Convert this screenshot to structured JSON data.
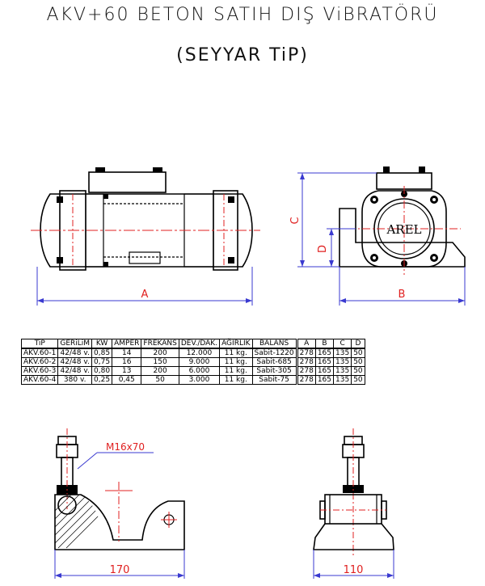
{
  "title": "AKV+60  BETON  SATIH  DIŞ  ViBRATÖRÜ",
  "subtitle": "(SEYYAR  TiP)",
  "front_view": {
    "dim_label": "A"
  },
  "side_view": {
    "dim_a": "C",
    "dim_b": "D",
    "dim_width": "B",
    "brand": "AREL"
  },
  "table": {
    "headers": [
      "TiP",
      "GERiLiM",
      "KW",
      "AMPER",
      "FREKANS",
      "DEV./DAK.",
      "AĞIRLIK",
      "BALANS",
      "A",
      "B",
      "C",
      "D"
    ],
    "rows": [
      [
        "AKV.60-1",
        "42/48  v.",
        "0,85",
        "14",
        "200",
        "12.000",
        "11  kg.",
        "Sabit-1220",
        "278",
        "165",
        "135",
        "50"
      ],
      [
        "AKV.60-2",
        "42/48  v.",
        "0,75",
        "16",
        "150",
        "9.000",
        "11  kg.",
        "Sabit-685",
        "278",
        "165",
        "135",
        "50"
      ],
      [
        "AKV.60-3",
        "42/48  v.",
        "0,80",
        "13",
        "200",
        "6.000",
        "11  kg.",
        "Sabit-305",
        "278",
        "165",
        "135",
        "50"
      ],
      [
        "AKV.60-4",
        "380  v.",
        "0,25",
        "0,45",
        "50",
        "3.000",
        "11  kg.",
        "Sabit-75",
        "278",
        "165",
        "135",
        "50"
      ]
    ]
  },
  "bracket_front": {
    "bolt_label": "M16x70",
    "dim_label": "170"
  },
  "bracket_side": {
    "dim_label": "110"
  }
}
